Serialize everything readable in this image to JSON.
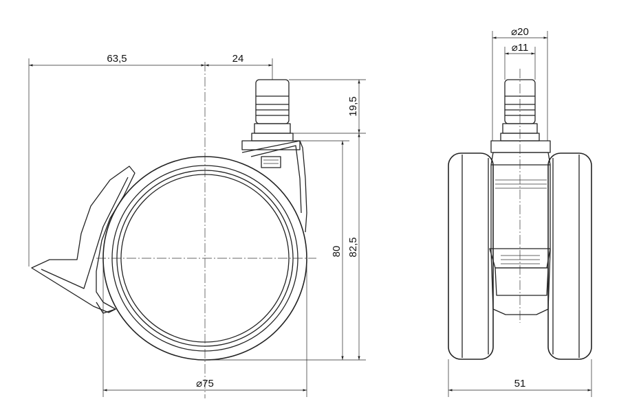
{
  "dimensions": {
    "left_offset": "63,5",
    "stem_offset": "24",
    "stem_height": "19,5",
    "wheel_height": "80",
    "overall_height": "82,5",
    "wheel_diameter": "⌀75",
    "stem_outer_diameter": "⌀20",
    "stem_inner_diameter": "⌀11",
    "overall_width": "51"
  },
  "colors": {
    "line": "#222222",
    "background": "#ffffff"
  }
}
